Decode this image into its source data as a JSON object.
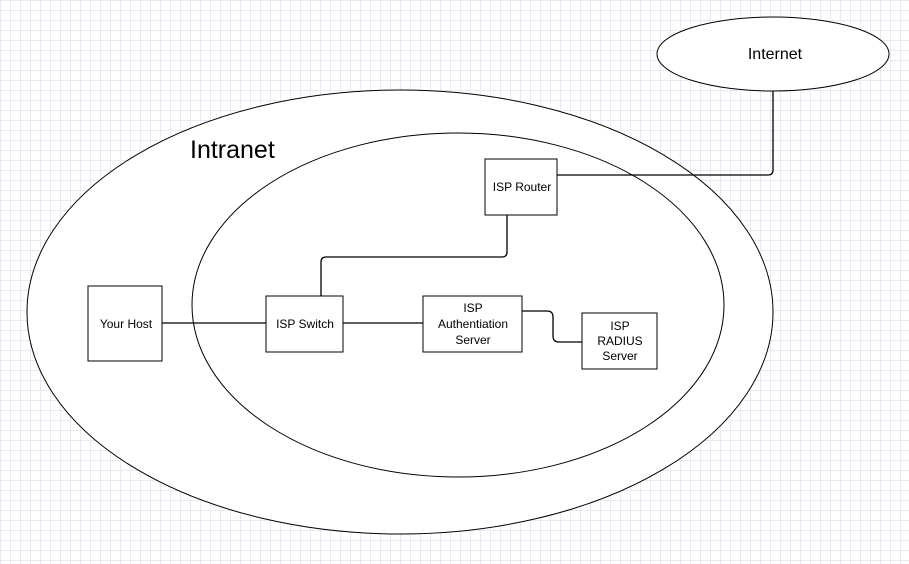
{
  "diagram": {
    "regions": {
      "intranet_label": "Intranet"
    },
    "clouds": {
      "internet_label": "Internet"
    },
    "nodes": {
      "your_host": {
        "label": "Your Host"
      },
      "isp_switch": {
        "label": "ISP Switch"
      },
      "isp_router": {
        "label": "ISP Router"
      },
      "isp_auth_server": {
        "lines": [
          "ISP",
          "Authentiation",
          "Server"
        ]
      },
      "isp_radius_server": {
        "lines": [
          "ISP",
          "RADIUS",
          "Server"
        ]
      }
    },
    "connections": [
      {
        "from": "your_host",
        "to": "isp_switch"
      },
      {
        "from": "isp_switch",
        "to": "isp_auth_server"
      },
      {
        "from": "isp_switch",
        "to": "isp_router"
      },
      {
        "from": "isp_auth_server",
        "to": "isp_radius_server"
      },
      {
        "from": "isp_router",
        "to": "internet"
      }
    ]
  }
}
